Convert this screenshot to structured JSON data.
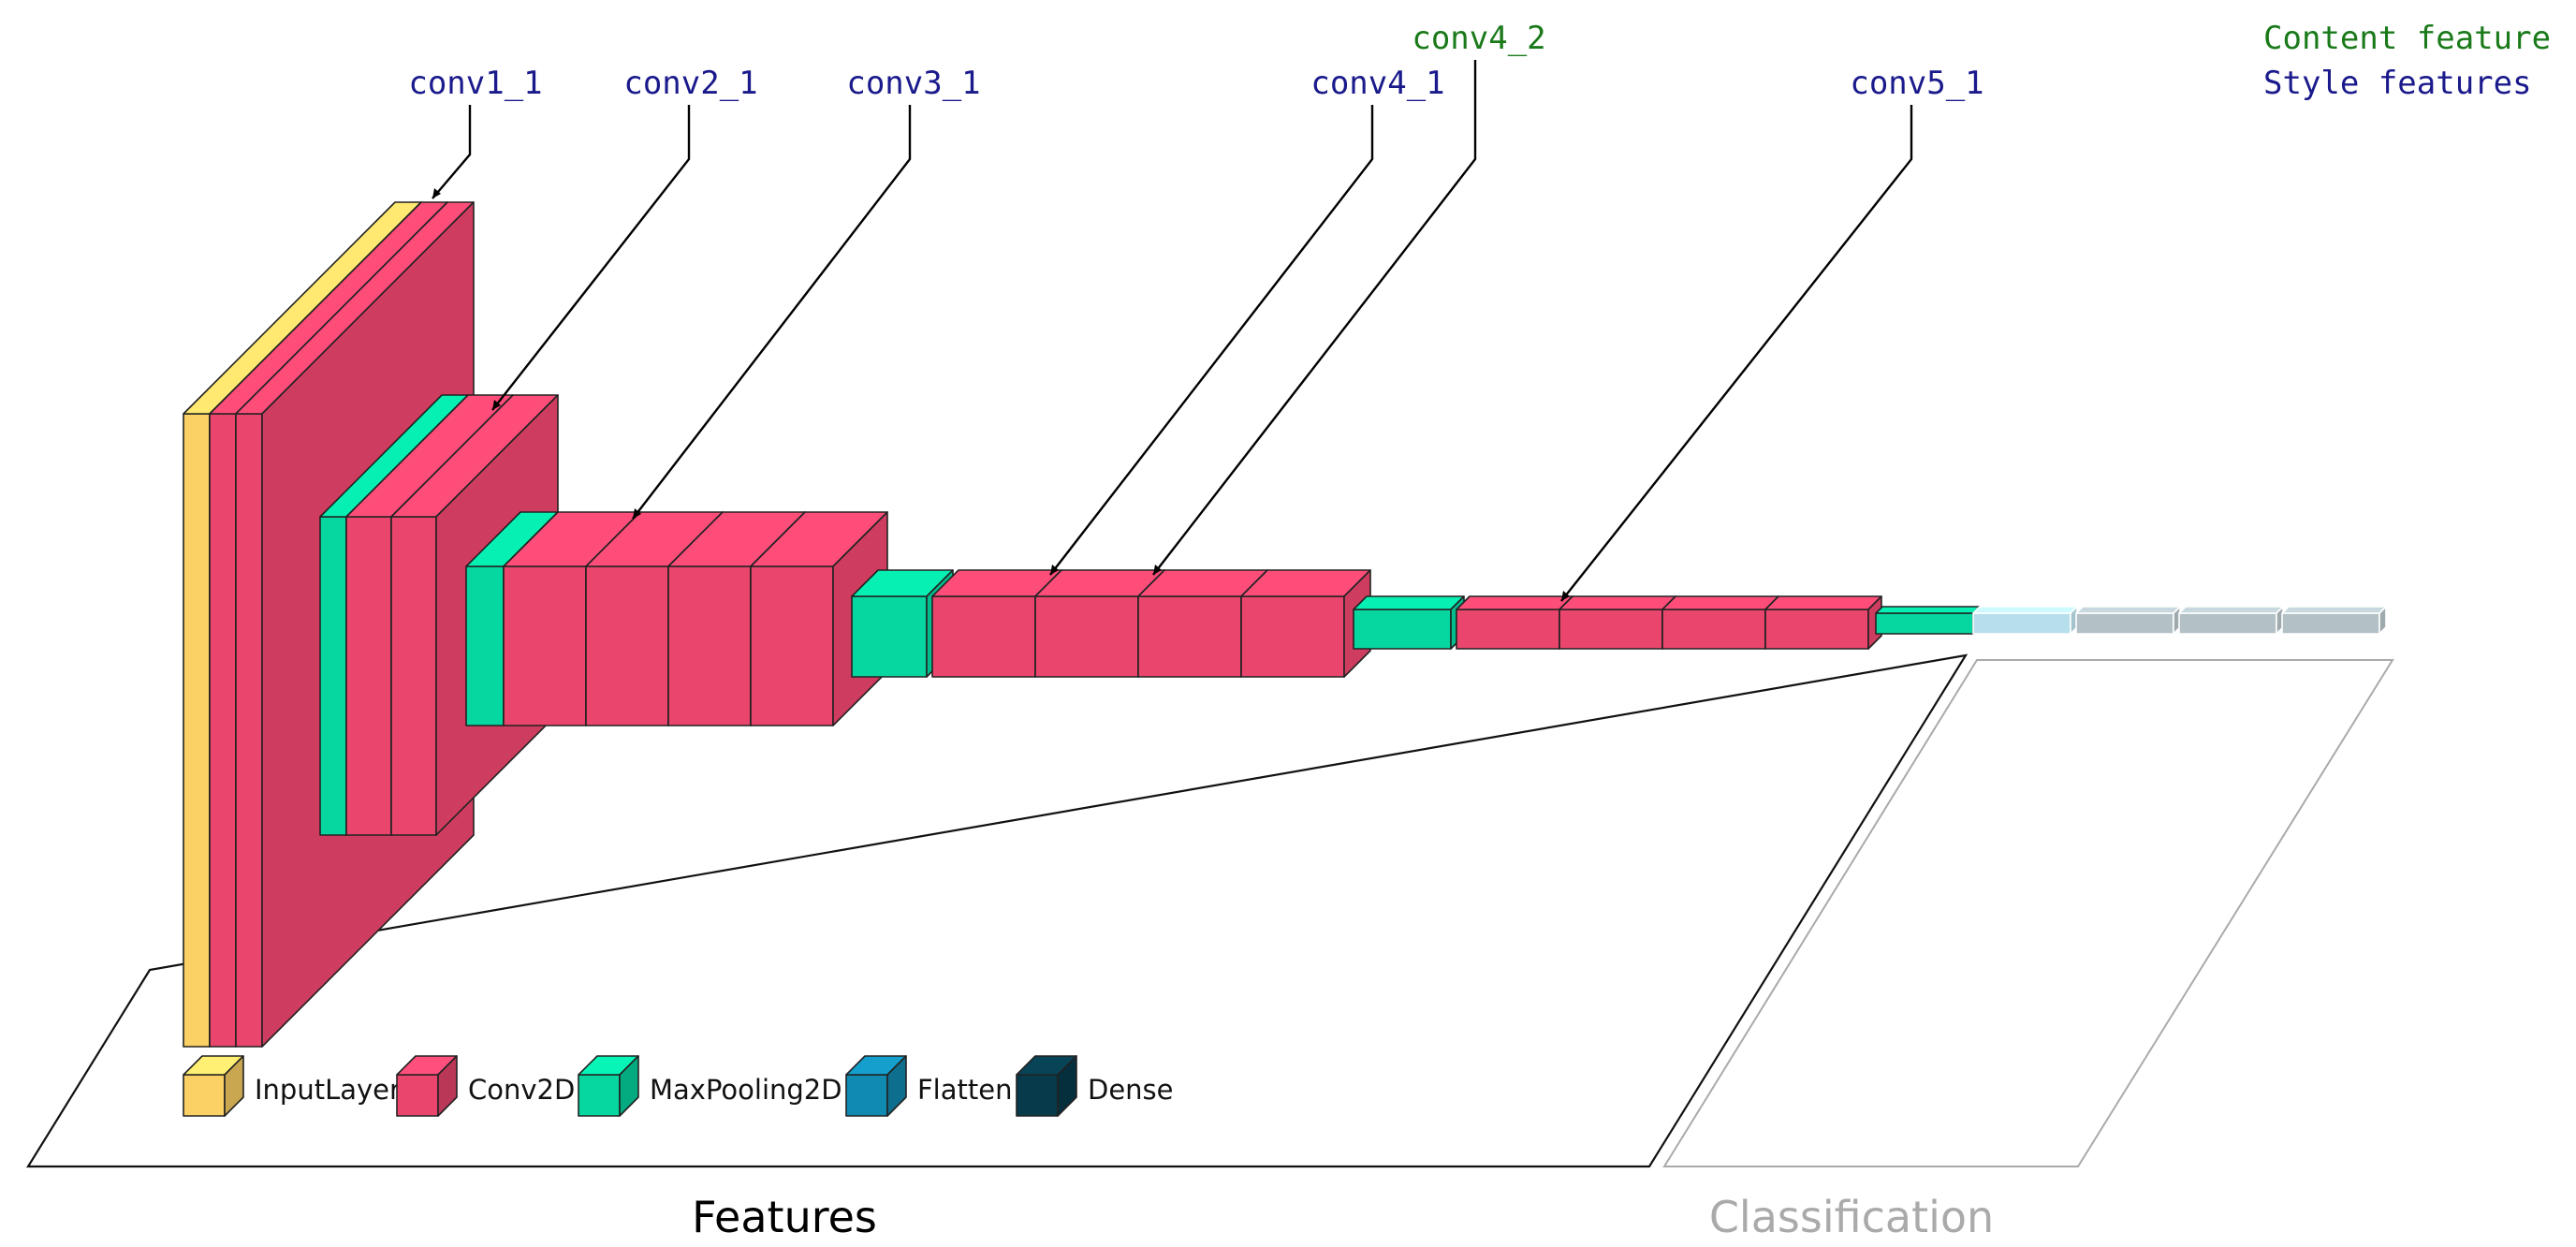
{
  "colors": {
    "InputLayer": "#FBD064",
    "Conv2D": "#EA456D",
    "MaxPooling2D": "#06D6A0",
    "Flatten": "#118AB2",
    "Dense": "#073B4C",
    "style_label": "#1a1a8c",
    "content_label": "#1a7a1a",
    "classification_flatten": "#B7DFEB",
    "classification_dense": "#B3C1C6",
    "classification_text": "#aaaaaa"
  },
  "layer_labels": [
    {
      "text": "conv1_1",
      "kind": "style"
    },
    {
      "text": "conv2_1",
      "kind": "style"
    },
    {
      "text": "conv3_1",
      "kind": "style"
    },
    {
      "text": "conv4_1",
      "kind": "style"
    },
    {
      "text": "conv4_2",
      "kind": "content"
    },
    {
      "text": "conv5_1",
      "kind": "style"
    }
  ],
  "key": {
    "content": "Content feature",
    "style": "Style features"
  },
  "legend": [
    {
      "label": "InputLayer",
      "icon": "cube-icon",
      "color_key": "InputLayer"
    },
    {
      "label": "Conv2D",
      "icon": "cube-icon",
      "color_key": "Conv2D"
    },
    {
      "label": "MaxPooling2D",
      "icon": "cube-icon",
      "color_key": "MaxPooling2D"
    },
    {
      "label": "Flatten",
      "icon": "cube-icon",
      "color_key": "Flatten"
    },
    {
      "label": "Dense",
      "icon": "cube-icon",
      "color_key": "Dense"
    }
  ],
  "sections": {
    "features": "Features",
    "classification": "Classification"
  }
}
